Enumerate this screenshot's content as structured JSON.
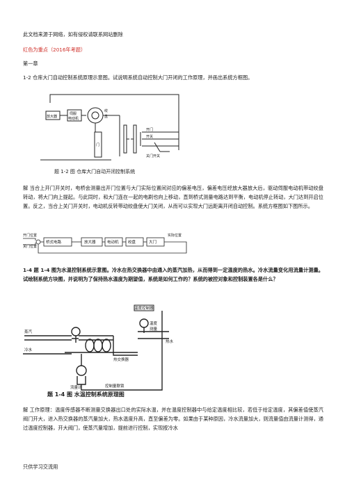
{
  "header_note": "此文档来源于网络，如有侵权请联系网站删除",
  "highlight_note": "红色为重点（2016年考题）",
  "chapter": "第一章",
  "q1": {
    "title": "1-2 仓库大门自动控制系统原理示意图。试说明系统自动控制大门开闭的工作原理，并画出系统方框图。",
    "figure": {
      "amplifier": "放大器",
      "motor": [
        "伺服",
        "电动机"
      ],
      "winch": [
        "绞",
        "盘"
      ],
      "door": "门",
      "open_switch": [
        "开门",
        "开关"
      ],
      "close_switch": "关门开关",
      "caption": "题 1-2 图   仓库大门自动开闭控制系统"
    },
    "answer": "解  当合上开门开关时，电桥会测量出开门位置与大门实际位置间对应的偏差电压，偏差电压经放大器放大后，驱动伺服电动机带动绞盘转动，将大门向上提起。与此同时，和大门连在一起的电刷也向上移动，直到桥式测量电路达到平衡，电动机停止转动，大门达到开启位置。反之，当合上关门开关时，电动机反转带动绞盘使大门关闭，从而可以实现大门远距离开闭自动控制。系统方框图如下图所示。",
    "block_diagram": {
      "inputs": [
        "开门位置",
        "关门位置"
      ],
      "blocks": [
        "桥式电路",
        "放大器",
        "电动机",
        "绞盘",
        "大门"
      ],
      "output": "实际位置"
    }
  },
  "q2": {
    "title": "1-4  题 1-4 图为水温控制系统示意图。冷水在热交换器中由通入的蒸汽加热，从而得到一定温度的热水。冷水流量变化用流量计测量。试绘制系统方块图，并说明为了保持热水温度为期望值，系统是如何工作的？系统的被控对象和控制装置各是什么？",
    "figure": {
      "temp_controller": "温度控制器",
      "temp_measure": [
        "温度",
        "测量"
      ],
      "steam": "蒸汽",
      "hot_water": "热水",
      "cold_water": "冷水",
      "heat_exchanger": "热交换器",
      "flow_meter": "流量计",
      "linkage": "控制量联锁",
      "caption": "题 1-4 图    水温控制系统原理图"
    },
    "answer": "解  工作原理：温度传感器不断测量交换器出口处的实际水温，并在温度控制器中与给定温度相比较，若低于给定温度，其偏差值使蒸汽阀门开大，进入热交换器的蒸汽量加大，热水温度升高，直至偏差为零。如果由于某种原因，冷水流量加大，则流量值由流量计测得，通过温度控制器，开大阀门，使蒸汽量增加，提前进行控制，实现按冷水"
  },
  "footer": "只供学习交流用"
}
